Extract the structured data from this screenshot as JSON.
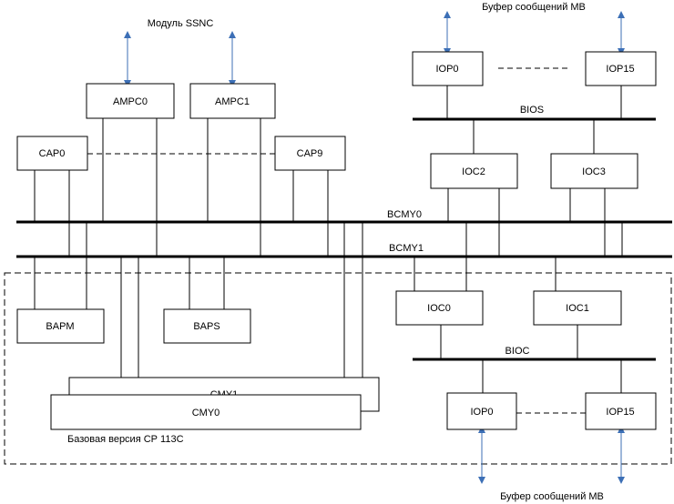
{
  "labels": {
    "ssnc_module": "Модуль SSNC",
    "mb_buffer_top": "Буфер сообщений МВ",
    "mb_buffer_bottom": "Буфер сообщений МВ",
    "base_version": "Базовая версия СР 113С"
  },
  "boxes": {
    "ampc0": "AMPC0",
    "ampc1": "AMPC1",
    "cap0": "CAP0",
    "cap9": "CAP9",
    "iop0_top": "IOP0",
    "iop15_top": "IOP15",
    "ioc2": "IOC2",
    "ioc3": "IOC3",
    "bapm": "BAPM",
    "baps": "BAPS",
    "ioc0": "IOC0",
    "ioc1": "IOC1",
    "cmy1": "CMY1",
    "cmy0": "CMY0",
    "iop0_bottom": "IOP0",
    "iop15_bottom": "IOP15"
  },
  "buses": {
    "bios": "BIOS",
    "bcmy0": "BCMY0",
    "bcmy1": "BCMY1",
    "bioc": "BIOC"
  },
  "colors": {
    "arrow": "#3c6fb6",
    "line": "#000000"
  }
}
